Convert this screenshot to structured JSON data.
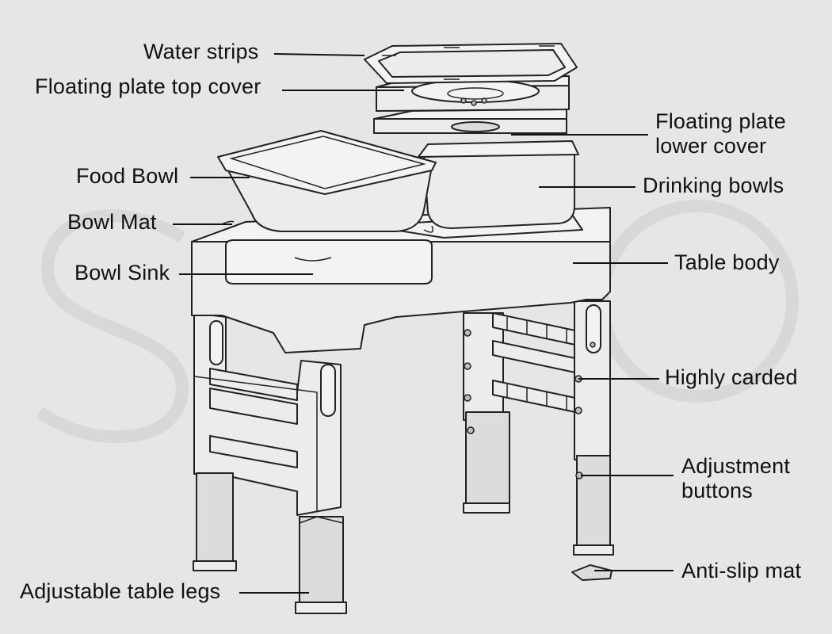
{
  "callouts": [
    {
      "id": "water-strips",
      "text": "Water strips"
    },
    {
      "id": "floating-plate-top-cover",
      "text": "Floating plate top cover"
    },
    {
      "id": "floating-plate-lower-cover",
      "text": "Floating plate\nlower cover"
    },
    {
      "id": "food-bowl",
      "text": "Food Bowl"
    },
    {
      "id": "drinking-bowls",
      "text": "Drinking bowls"
    },
    {
      "id": "bowl-mat",
      "text": "Bowl Mat"
    },
    {
      "id": "bowl-sink",
      "text": "Bowl Sink"
    },
    {
      "id": "table-body",
      "text": "Table body"
    },
    {
      "id": "highly-carded",
      "text": "Highly carded"
    },
    {
      "id": "adjustment-buttons",
      "text": "Adjustment\nbuttons"
    },
    {
      "id": "anti-slip-mat",
      "text": "Anti-slip mat"
    },
    {
      "id": "adjustable-table-legs",
      "text": "Adjustable table legs"
    }
  ],
  "colors": {
    "background": "#e6e6e6",
    "line_art": "#222222",
    "text": "#111111"
  }
}
